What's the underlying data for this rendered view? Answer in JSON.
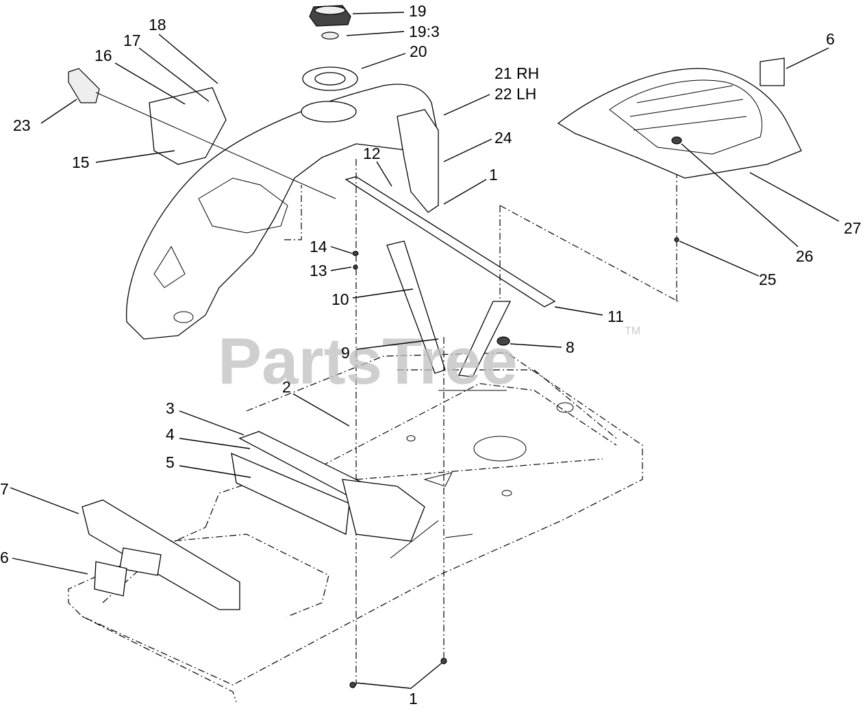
{
  "diagram": {
    "watermark": "PartsTree",
    "watermark_tm": "TM",
    "callouts": [
      {
        "id": "c-19",
        "label": "19"
      },
      {
        "id": "c-19-3",
        "label": "19:3"
      },
      {
        "id": "c-20",
        "label": "20"
      },
      {
        "id": "c-21",
        "label": "21 RH"
      },
      {
        "id": "c-22",
        "label": "22 LH"
      },
      {
        "id": "c-18",
        "label": "18"
      },
      {
        "id": "c-17",
        "label": "17"
      },
      {
        "id": "c-16",
        "label": "16"
      },
      {
        "id": "c-23",
        "label": "23"
      },
      {
        "id": "c-15",
        "label": "15"
      },
      {
        "id": "c-12",
        "label": "12"
      },
      {
        "id": "c-24",
        "label": "24"
      },
      {
        "id": "c-1a",
        "label": "1"
      },
      {
        "id": "c-14",
        "label": "14"
      },
      {
        "id": "c-13",
        "label": "13"
      },
      {
        "id": "c-10",
        "label": "10"
      },
      {
        "id": "c-11",
        "label": "11"
      },
      {
        "id": "c-9",
        "label": "9"
      },
      {
        "id": "c-8",
        "label": "8"
      },
      {
        "id": "c-2",
        "label": "2"
      },
      {
        "id": "c-3",
        "label": "3"
      },
      {
        "id": "c-4",
        "label": "4"
      },
      {
        "id": "c-5",
        "label": "5"
      },
      {
        "id": "c-7",
        "label": "7"
      },
      {
        "id": "c-6a",
        "label": "6"
      },
      {
        "id": "c-1b",
        "label": "1"
      },
      {
        "id": "c-6b",
        "label": "6"
      },
      {
        "id": "c-27",
        "label": "27"
      },
      {
        "id": "c-26",
        "label": "26"
      },
      {
        "id": "c-25",
        "label": "25"
      }
    ]
  }
}
